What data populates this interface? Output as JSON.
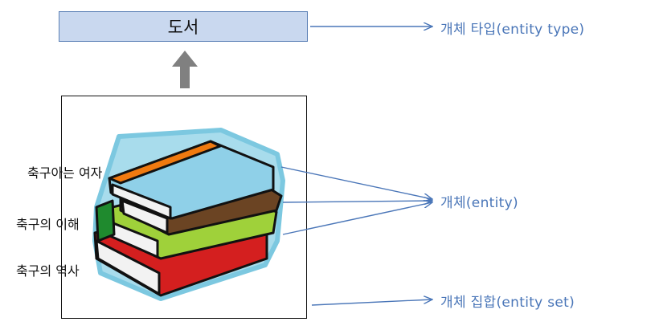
{
  "diagram": {
    "entity_type_box": {
      "label": "도서"
    },
    "book_titles": [
      "축구아는 여자",
      "축구의 이해",
      "축구의 역사"
    ],
    "annotations": {
      "entity_type": "개체 타입(entity type)",
      "entity": "개체(entity)",
      "entity_set": "개체 집합(entity set)"
    },
    "colors": {
      "box_fill": "#c9d8ef",
      "box_border": "#5a7fb5",
      "arrow_color": "#4a76b8",
      "up_arrow": "#808080"
    },
    "icons": [
      "up-arrow-icon",
      "books-stack-icon"
    ]
  }
}
